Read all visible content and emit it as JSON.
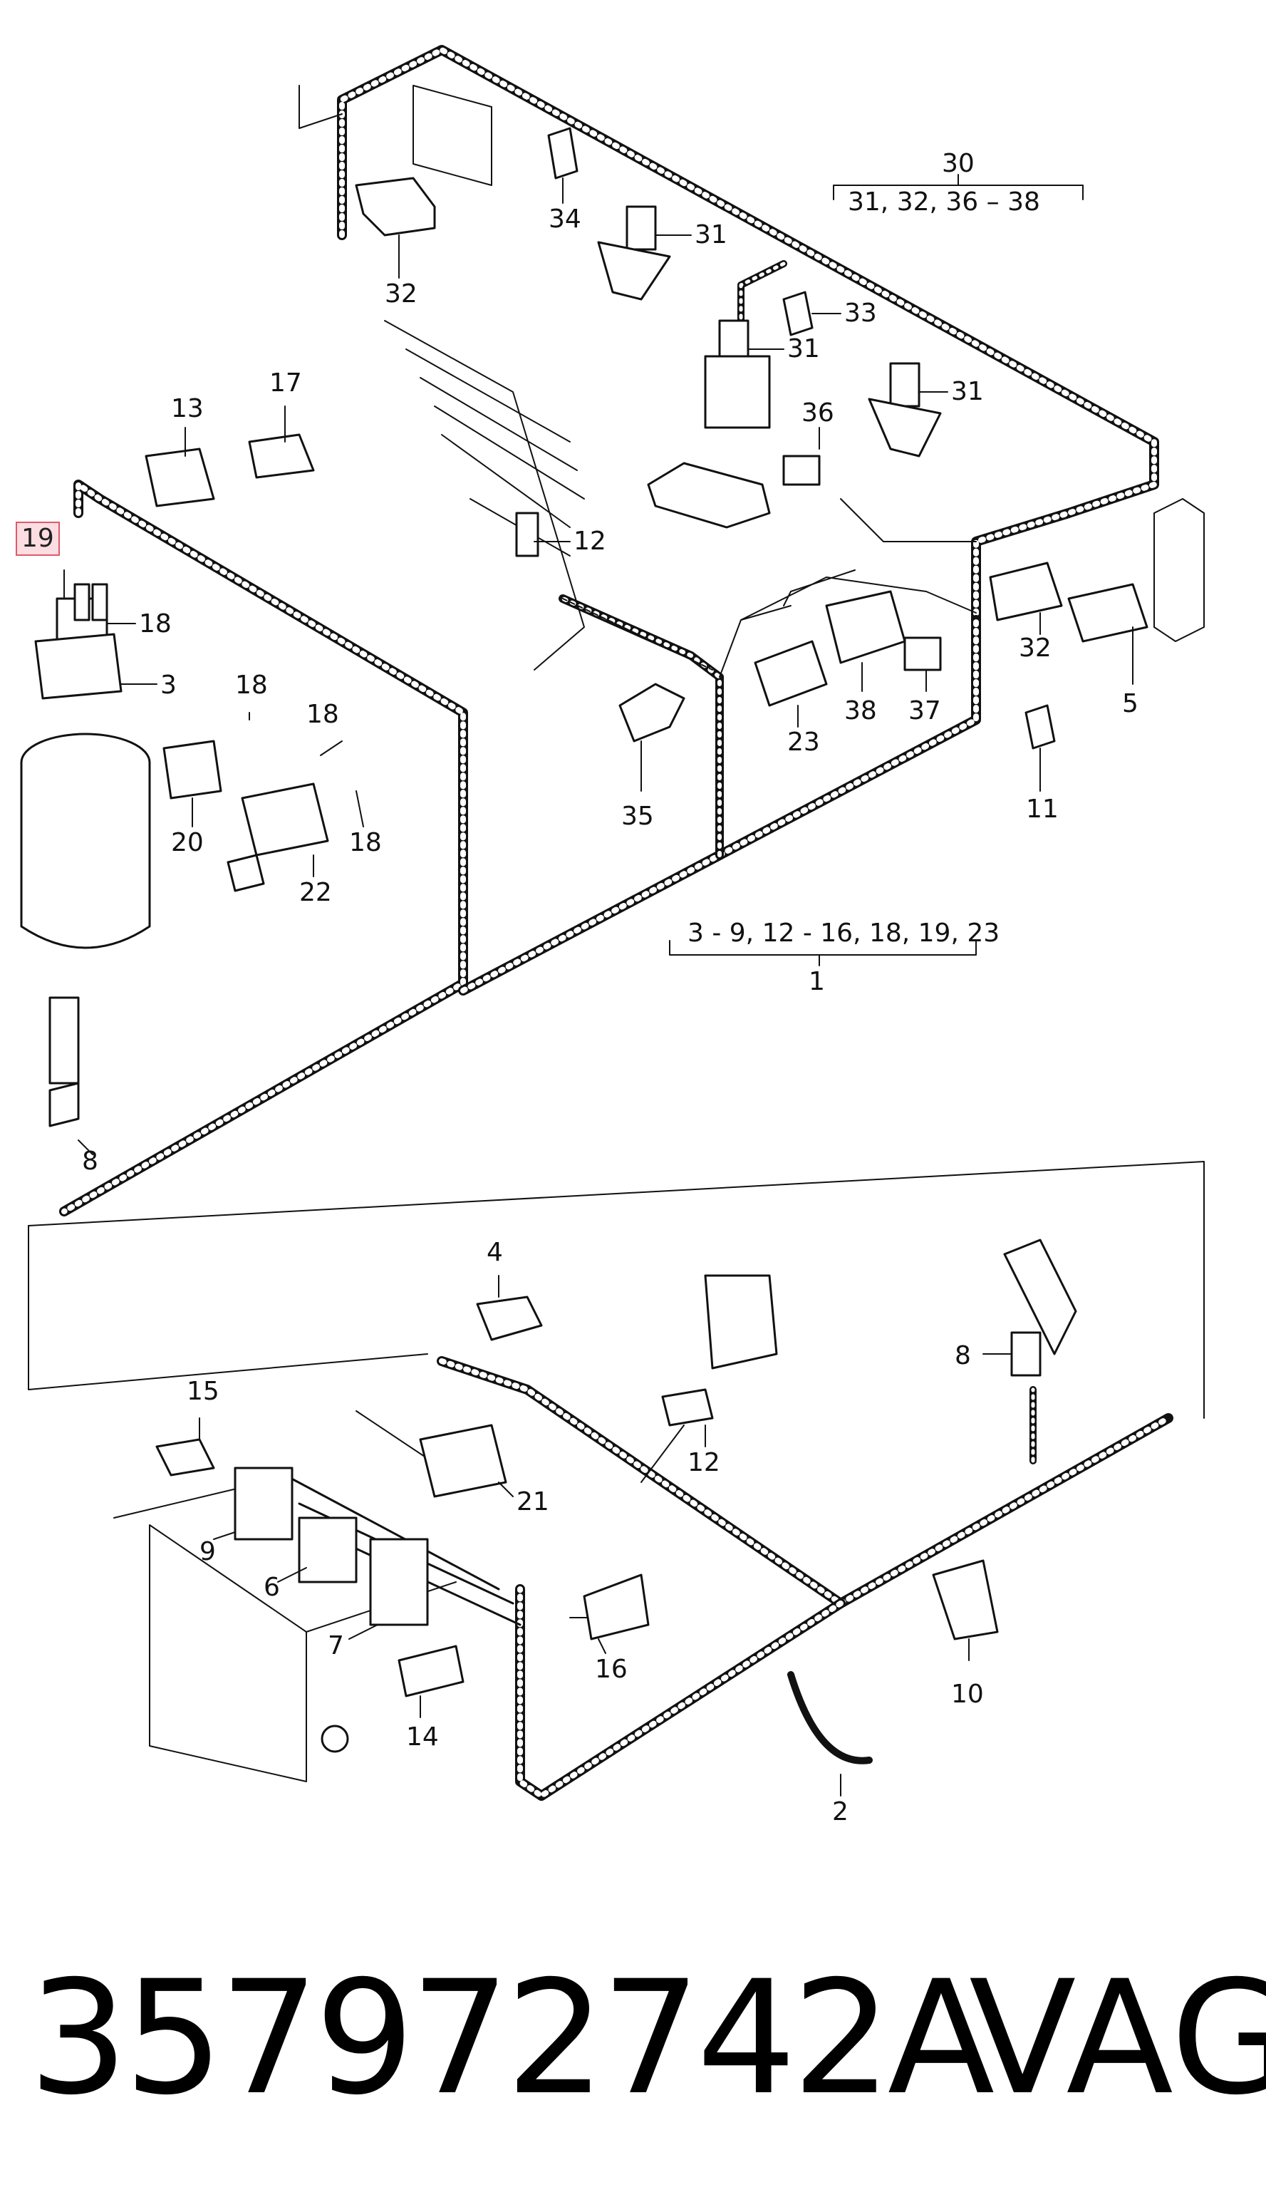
{
  "diagram": {
    "labels": {
      "l1": "1",
      "l2": "2",
      "l3": "3",
      "l4": "4",
      "l5": "5",
      "l6": "6",
      "l7": "7",
      "l8a": "8",
      "l8b": "8",
      "l9": "9",
      "l10": "10",
      "l11": "11",
      "l12a": "12",
      "l12b": "12",
      "l13": "13",
      "l14": "14",
      "l15": "15",
      "l16": "16",
      "l17": "17",
      "l18a": "18",
      "l18b": "18",
      "l18c": "18",
      "l18d": "18",
      "l19": "19",
      "l20": "20",
      "l21": "21",
      "l22": "22",
      "l23": "23",
      "l30": "30",
      "l31a": "31",
      "l31b": "31",
      "l31c": "31",
      "l32a": "32",
      "l32b": "32",
      "l33": "33",
      "l34": "34",
      "l35": "35",
      "l36": "36",
      "l37": "37",
      "l38": "38"
    },
    "groups": {
      "group_30": "31,  32,   36 – 38",
      "group_1": "3 - 9,  12 - 16,  18, 19, 23"
    },
    "highlighted_label": "19"
  },
  "footer": {
    "part_number": "357972742A",
    "brand": "VAG"
  }
}
